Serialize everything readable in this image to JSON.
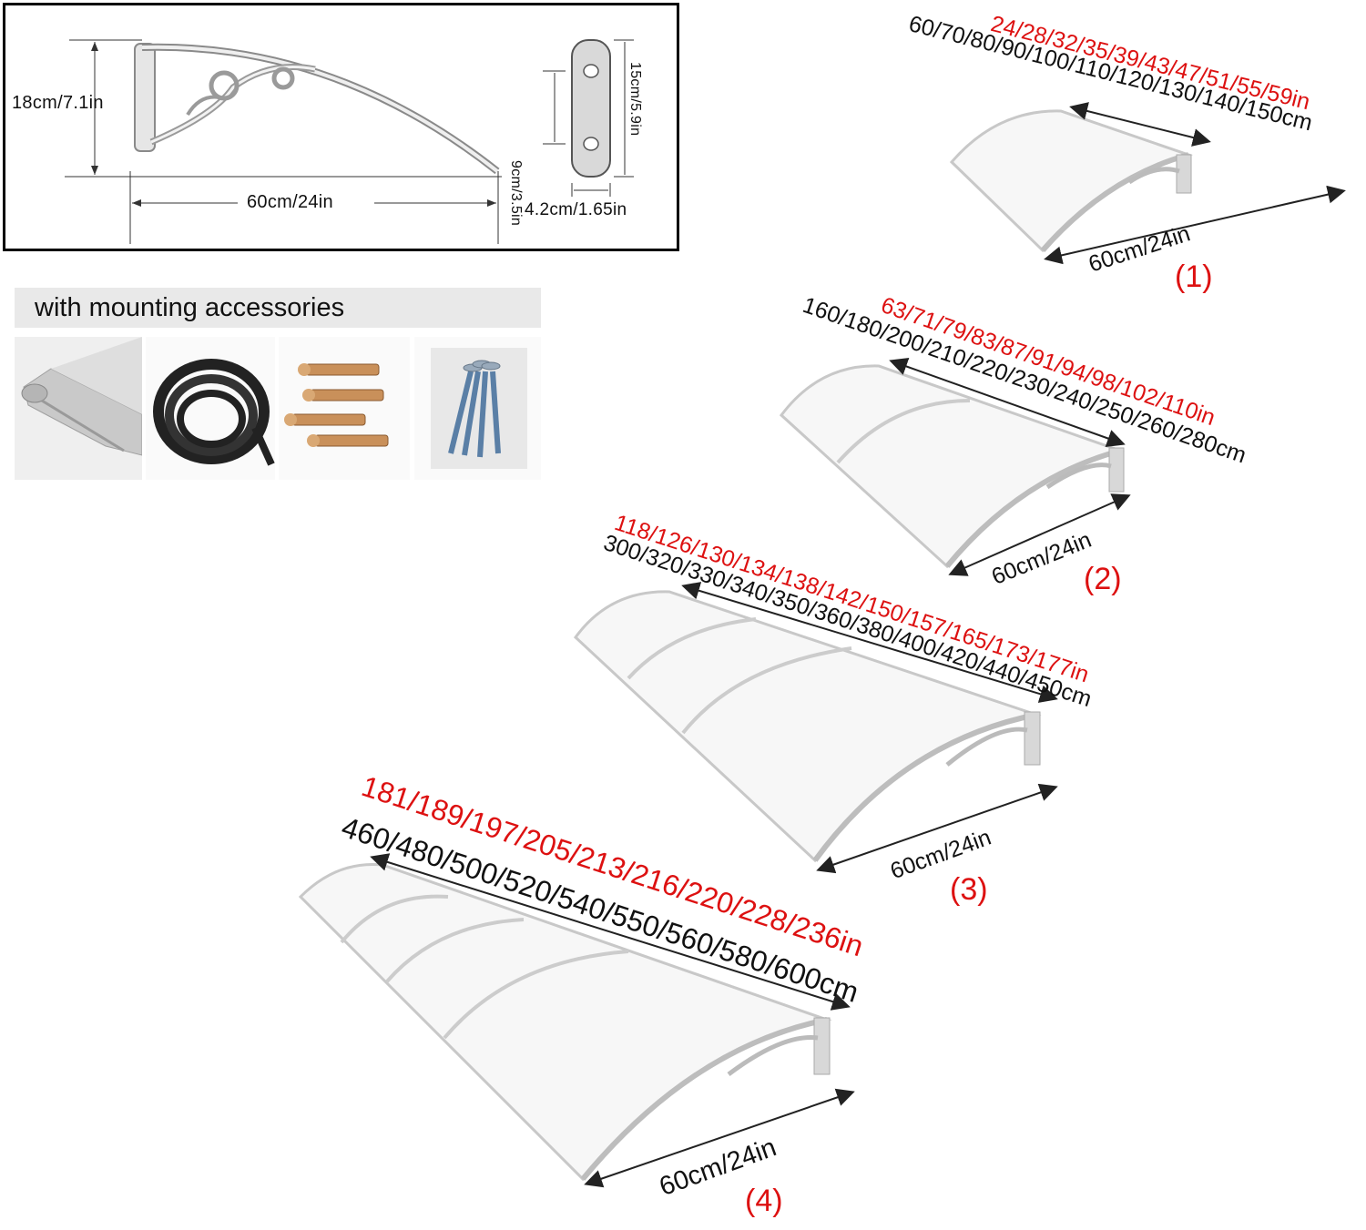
{
  "bracket_diagram": {
    "height_label": "18cm/7.1in",
    "length_label": "60cm/24in",
    "plate_hole_label": "9cm/3.5in",
    "plate_height_label": "15cm/5.9in",
    "plate_width_label": "4.2cm/1.65in"
  },
  "accessories": {
    "banner": "with mounting accessories",
    "items": [
      "aluminum-rail",
      "rubber-seal-strip",
      "expansion-bolts",
      "screws"
    ]
  },
  "models": [
    {
      "number": "(1)",
      "inches": "24/28/32/35/39/43/47/51/55/59in",
      "cm": "60/70/80/90/100/110/120/130/140/150cm",
      "depth": "60cm/24in"
    },
    {
      "number": "(2)",
      "inches": "63/71/79/83/87/91/94/98/102/110in",
      "cm": "160/180/200/210/220/230/240/250/260/280cm",
      "depth": "60cm/24in"
    },
    {
      "number": "(3)",
      "inches": "118/126/130/134/138/142/150/157/165/173/177in",
      "cm": "300/320/330/340/350/360/380/400/420/440/450cm",
      "depth": "60cm/24in"
    },
    {
      "number": "(4)",
      "inches": "181/189/197/205/213/216/220/228/236in",
      "cm": "460/480/500/520/540/550/560/580/600cm",
      "depth": "60cm/24in"
    }
  ],
  "colors": {
    "inch_text": "#dd1111",
    "number_label": "#dd1111",
    "cm_text": "#111111"
  }
}
